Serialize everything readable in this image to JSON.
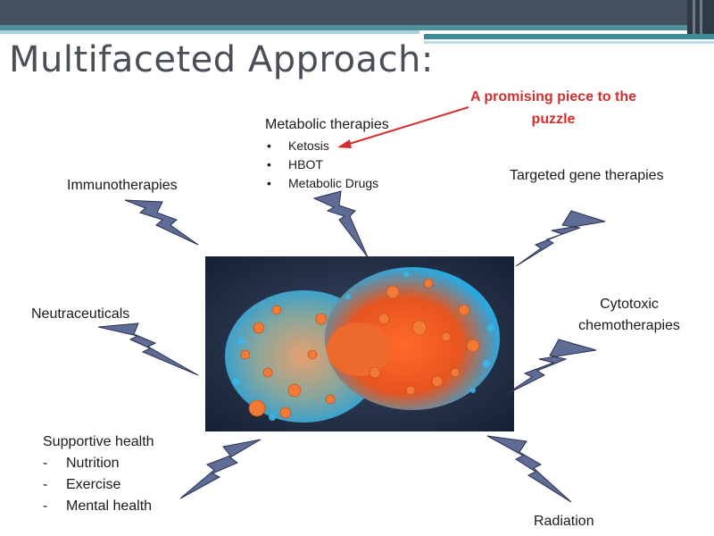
{
  "slide": {
    "title": "Multifaceted Approach:",
    "callout": {
      "line1": "A promising piece to the",
      "line2": "puzzle"
    },
    "metabolic": {
      "heading": "Metabolic therapies",
      "items": [
        "Ketosis",
        "HBOT",
        "Metabolic Drugs"
      ]
    },
    "immunotherapies": "Immunotherapies",
    "targeted": "Targeted gene therapies",
    "neutraceuticals": "Neutraceuticals",
    "cytotoxic": {
      "line1": "Cytotoxic",
      "line2": "chemotherapies"
    },
    "supportive": {
      "heading": "Supportive health",
      "items": [
        "Nutrition",
        "Exercise",
        "Mental health"
      ]
    },
    "radiation": "Radiation"
  },
  "colors": {
    "header": "#43505e",
    "accent_teal": "#3f8a98",
    "bolt_fill": "#5f6c96",
    "bolt_stroke": "#2a3050",
    "callout_red": "#d32f2f"
  },
  "icons": {
    "bolt": "lightning-bolt-icon",
    "image": "cancer-cell-image"
  }
}
